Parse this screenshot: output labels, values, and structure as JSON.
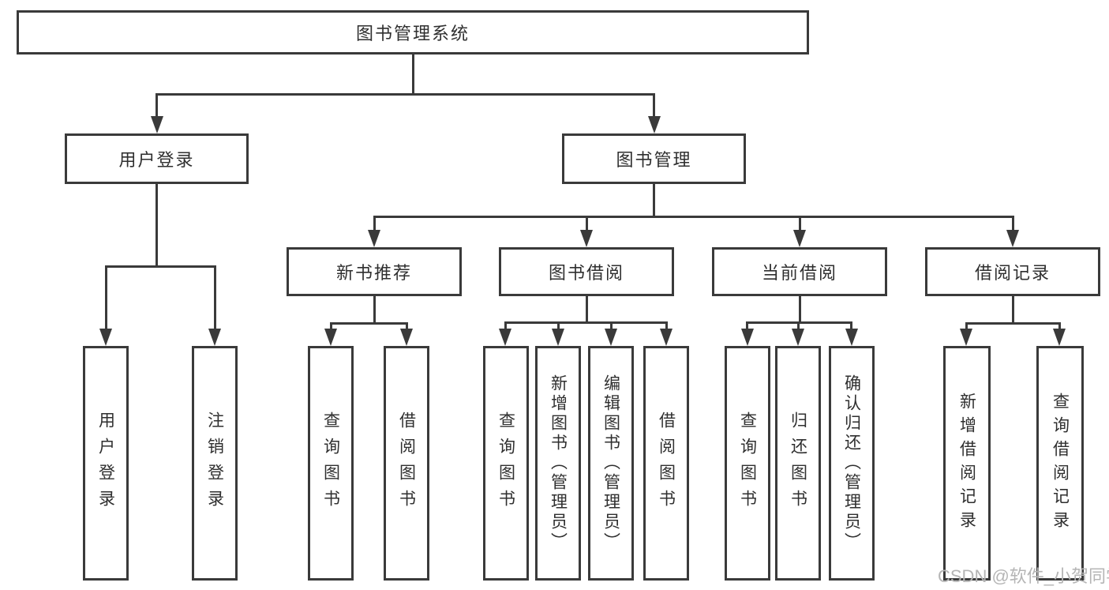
{
  "diagram": {
    "root": {
      "label": "图书管理系统"
    },
    "branches": [
      {
        "label": "用户登录",
        "leaves": [
          {
            "label": "用户登录"
          },
          {
            "label": "注销登录"
          }
        ]
      },
      {
        "label": "图书管理",
        "groups": [
          {
            "label": "新书推荐",
            "leaves": [
              {
                "label": "查询图书"
              },
              {
                "label": "借阅图书"
              }
            ]
          },
          {
            "label": "图书借阅",
            "leaves": [
              {
                "label": "查询图书"
              },
              {
                "label": "新增图书（管理员）"
              },
              {
                "label": "编辑图书（管理员）"
              },
              {
                "label": "借阅图书"
              }
            ]
          },
          {
            "label": "当前借阅",
            "leaves": [
              {
                "label": "查询图书"
              },
              {
                "label": "归还图书"
              },
              {
                "label": "确认归还（管理员）"
              }
            ]
          },
          {
            "label": "借阅记录",
            "leaves": [
              {
                "label": "新增借阅记录"
              },
              {
                "label": "查询借阅记录"
              }
            ]
          }
        ]
      }
    ]
  },
  "watermark": {
    "text": "CSDN @软件_小贺同学"
  },
  "colors": {
    "line": "#3a3a3a",
    "text": "#2f2f2f",
    "watermark": "#b5b5b5",
    "background": "#ffffff"
  }
}
